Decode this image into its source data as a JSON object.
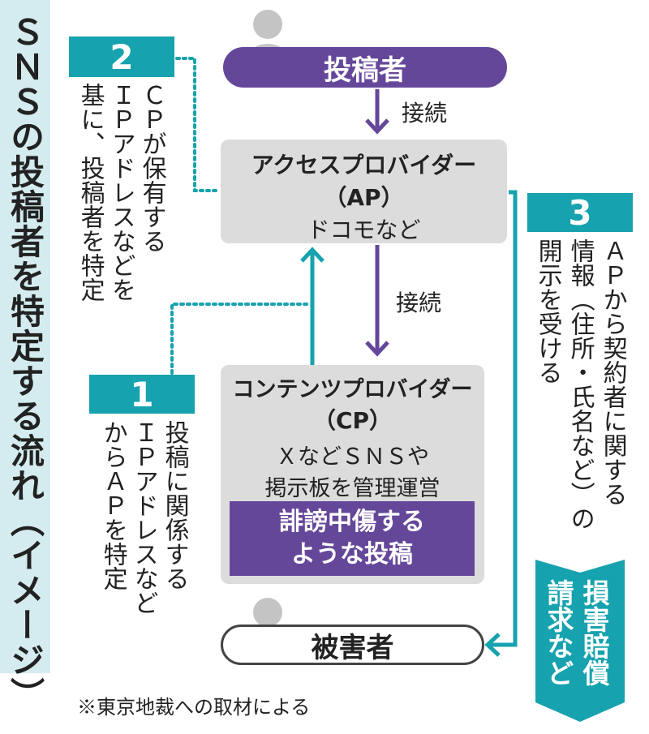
{
  "title": "ＳＮＳの投稿者を特定する流れ（イメージ）",
  "poster": "投稿者",
  "victim": "被害者",
  "connect1": "接続",
  "connect2": "接続",
  "ap": {
    "line1": "アクセスプロバイダー",
    "line2": "（AP）",
    "line3": "ドコモなど"
  },
  "cp": {
    "line1": "コンテンツプロバイダー",
    "line2": "（CP）",
    "line3": "ＸなどＳＮＳや",
    "line4": "掲示板を管理運営",
    "post1": "誹謗中傷する",
    "post2": "ような投稿"
  },
  "step1": {
    "num": "1",
    "cols": [
      "投稿に関係する",
      "ＩＰアドレスなど",
      "からＡＰを特定"
    ]
  },
  "step2": {
    "num": "2",
    "cols": [
      "ＣＰが保有する",
      "ＩＰアドレスなどを",
      "基に、投稿者を特定"
    ]
  },
  "step3": {
    "num": "3",
    "cols": [
      "ＡＰから契約者に関する",
      "情報（住所・氏名など）の",
      "開示を受ける"
    ]
  },
  "damages": {
    "cols": [
      "損害賠償",
      "請求など"
    ]
  },
  "footnote": "※東京地裁への取材による",
  "colors": {
    "teal": "#16a2ae",
    "purple": "#65479a",
    "gray": "#dcdcdc",
    "titlebg": "#d4ecef"
  }
}
